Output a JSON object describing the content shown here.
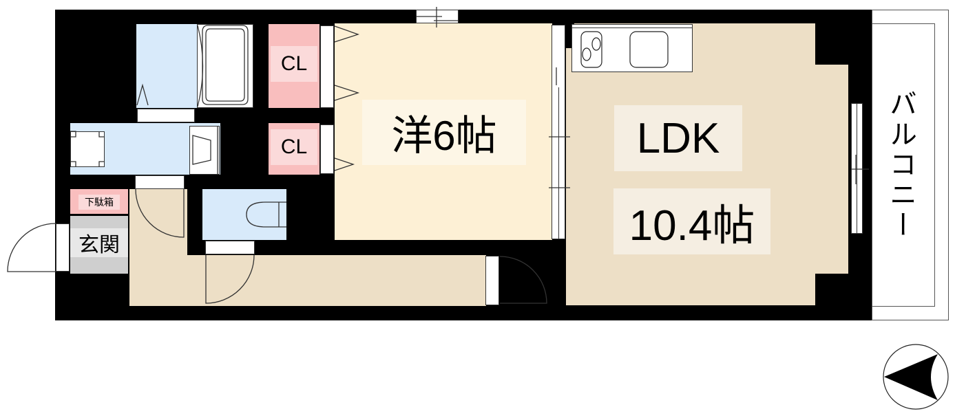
{
  "floorplan": {
    "rooms": {
      "western_room": {
        "name": "洋",
        "size": "6帖",
        "label": "洋6帖"
      },
      "ldk": {
        "name": "LDK",
        "size": "10.4帖"
      },
      "closet_upper": {
        "label": "CL"
      },
      "closet_lower": {
        "label": "CL"
      },
      "shoe_cabinet": {
        "label": "下駄箱"
      },
      "entrance": {
        "label": "玄関"
      },
      "balcony": {
        "label": "バルコニー"
      }
    },
    "compass": {
      "direction": "west",
      "icon": "north-arrow-icon"
    },
    "colors": {
      "wall": "#000000",
      "western_room": "#FDF0D5",
      "ldk_hall": "#EDDFC6",
      "wet_area": "#D8EAFA",
      "closet": "#F9BEBE",
      "closet_label_bg": "#FBDADA",
      "entrance": "#CFCFCF",
      "entrance_label_bg": "#E8E8E8",
      "label_bg_ldk": "#F5EEE2",
      "label_bg_western": "#FDF6E6"
    }
  }
}
